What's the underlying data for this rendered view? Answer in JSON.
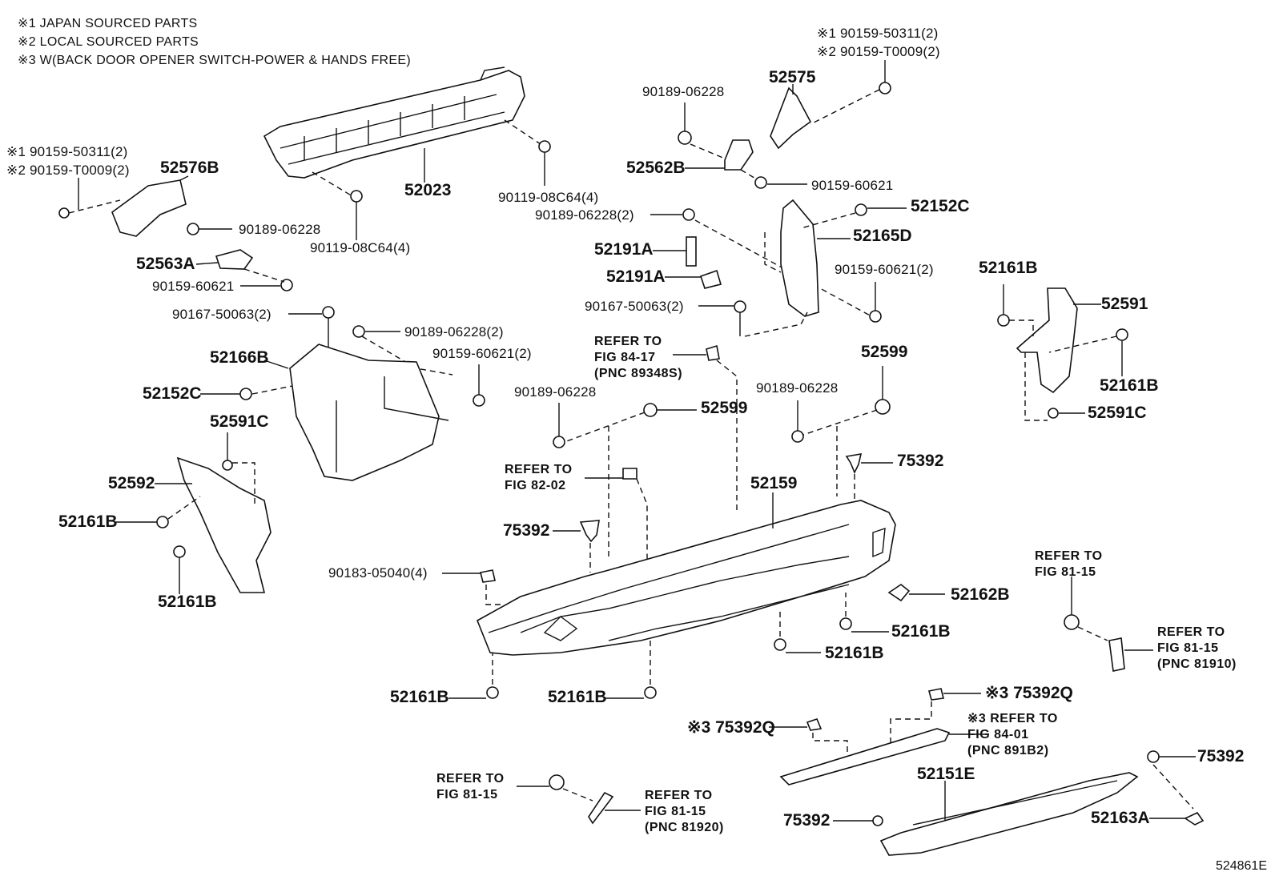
{
  "notes": [
    "※1 JAPAN SOURCED PARTS",
    "※2 LOCAL SOURCED PARTS",
    "※3 W(BACK DOOR OPENER SWITCH-POWER & HANDS FREE)"
  ],
  "parts": {
    "p52023": "52023",
    "p90119a": "90119-08C64(4)",
    "p90119b": "90119-08C64(4)",
    "p52576B": "52576B",
    "pL1": "※1 90159-50311(2)",
    "pL2": "※2 90159-T0009(2)",
    "p90189a": "90189-06228",
    "p52563A": "52563A",
    "p90159a": "90159-60621",
    "p90167a": "90167-50063(2)",
    "p90189b": "90189-06228(2)",
    "p90159b": "90159-60621(2)",
    "p52166B": "52166B",
    "p52152Ca": "52152C",
    "p52591Ca": "52591C",
    "p52592": "52592",
    "p52161Ba": "52161B",
    "p52161Bb": "52161B",
    "pR1": "※1 90159-50311(2)",
    "pR2": "※2 90159-T0009(2)",
    "p52575": "52575",
    "p90189c": "90189-06228",
    "p52562B": "52562B",
    "p90159c": "90159-60621",
    "p90189d": "90189-06228(2)",
    "p52152Cb": "52152C",
    "p52165D": "52165D",
    "p52191Aa": "52191A",
    "p52191Ab": "52191A",
    "p90159d": "90159-60621(2)",
    "p90167b": "90167-50063(2)",
    "p52599a": "52599",
    "p52599b": "52599",
    "p90189e": "90189-06228",
    "p90189f": "90189-06228",
    "p75392a": "75392",
    "p75392b": "75392",
    "p52159": "52159",
    "p90183": "90183-05040(4)",
    "p52162B": "52162B",
    "p52161Bc": "52161B",
    "p52161Bd": "52161B",
    "p52161Be": "52161B",
    "p52161Bf": "52161B",
    "p52161Bg": "52161B",
    "p52161Bh": "52161B",
    "p52591": "52591",
    "p52591Cb": "52591C",
    "p75392Qa": "※3 75392Q",
    "p75392Qb": "※3 75392Q",
    "p52151E": "52151E",
    "p75392c": "75392",
    "p75392d": "75392",
    "p52163A": "52163A"
  },
  "refs": {
    "r1": [
      "REFER TO",
      "FIG 84-17",
      "(PNC 89348S)"
    ],
    "r2": [
      "REFER TO",
      "FIG 82-02"
    ],
    "r3": [
      "REFER TO",
      "FIG 81-15"
    ],
    "r4": [
      "REFER TO",
      "FIG 81-15",
      "(PNC 81910)"
    ],
    "r5": [
      "※3 REFER TO",
      "FIG 84-01",
      "(PNC 891B2)"
    ],
    "r6": [
      "REFER TO",
      "FIG 81-15"
    ],
    "r7": [
      "REFER TO",
      "FIG 81-15",
      "(PNC 81920)"
    ]
  },
  "diagram_number": "524861E"
}
